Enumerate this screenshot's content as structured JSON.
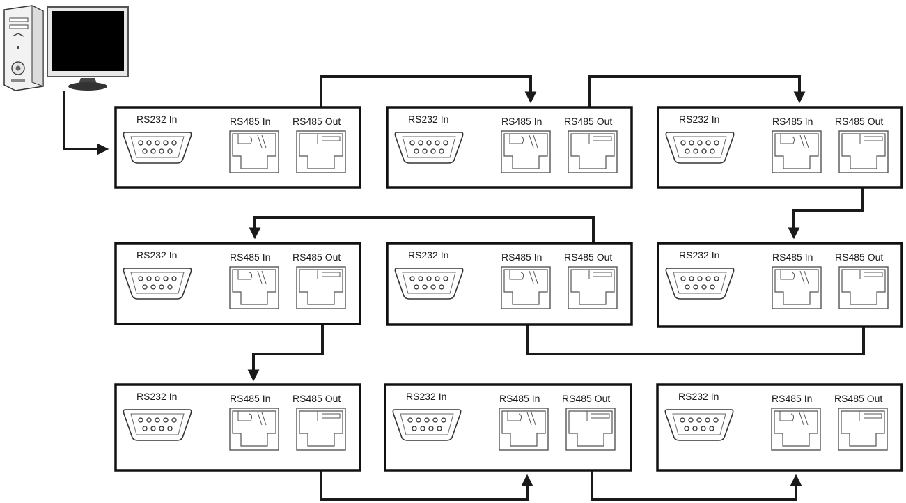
{
  "labels": {
    "rs232_in": "RS232 In",
    "rs485_in": "RS485 In",
    "rs485_out": "RS485 Out"
  },
  "units": [
    {
      "id": "r1c1"
    },
    {
      "id": "r1c2"
    },
    {
      "id": "r1c3"
    },
    {
      "id": "r2c1"
    },
    {
      "id": "r2c2"
    },
    {
      "id": "r2c3"
    },
    {
      "id": "r3c1"
    },
    {
      "id": "r3c2"
    },
    {
      "id": "r3c3"
    }
  ],
  "connections": [
    {
      "from": "computer",
      "to": "r1c1",
      "port": "RS232 In"
    },
    {
      "from": "r1c1",
      "port_from": "RS485 Out",
      "to": "r1c2",
      "port_to": "RS485 In"
    },
    {
      "from": "r1c2",
      "port_from": "RS485 Out",
      "to": "r1c3",
      "port_to": "RS485 In"
    },
    {
      "from": "r1c3",
      "port_from": "RS485 Out",
      "to": "r2c3",
      "port_to": "RS485 In"
    },
    {
      "from": "r2c3",
      "port_from": "RS485 Out",
      "to": "r2c2",
      "port_to": "RS485 In"
    },
    {
      "from": "r2c2",
      "port_from": "RS485 Out",
      "to": "r2c1",
      "port_to": "RS485 In"
    },
    {
      "from": "r2c1",
      "port_from": "RS485 Out",
      "to": "r3c1",
      "port_to": "RS485 In"
    },
    {
      "from": "r3c1",
      "port_from": "RS485 Out",
      "to": "r3c2",
      "port_to": "RS485 In"
    },
    {
      "from": "r3c2",
      "port_from": "RS485 Out",
      "to": "r3c3",
      "port_to": "RS485 In"
    }
  ],
  "colors": {
    "line": "#1a1a1a",
    "box_border": "#111111",
    "port_stroke": "#555555",
    "monitor_screen": "#000000",
    "pc_body": "#f2f2f2"
  },
  "icons": [
    "computer-icon",
    "db9-connector-icon",
    "rj45-port-icon",
    "arrowhead-icon"
  ]
}
